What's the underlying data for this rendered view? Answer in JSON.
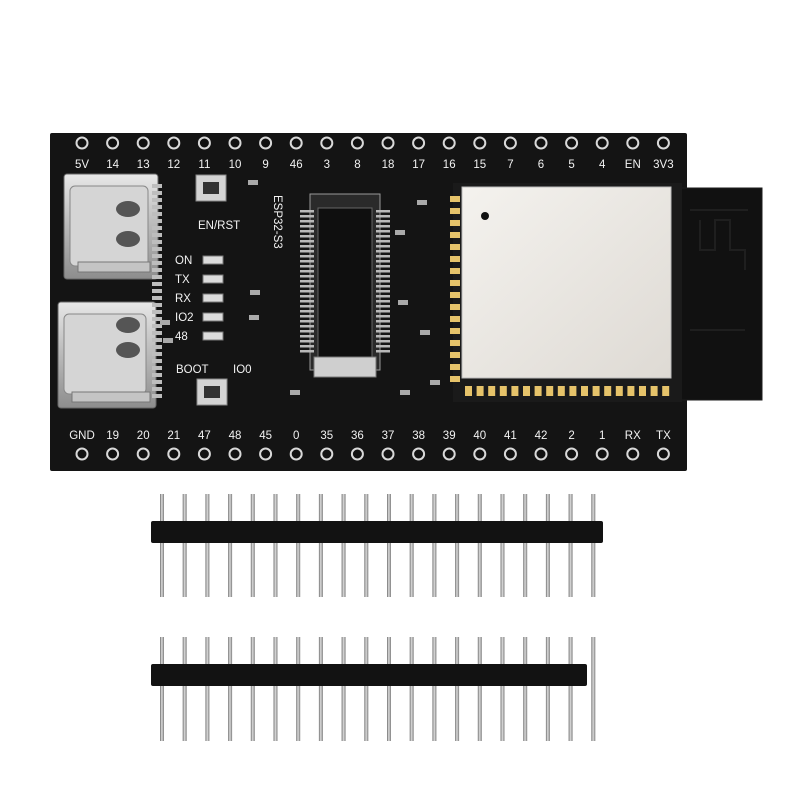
{
  "board": {
    "title": "ESP32-S3",
    "top_pins": [
      "5V",
      "14",
      "13",
      "12",
      "11",
      "10",
      "9",
      "46",
      "3",
      "8",
      "18",
      "17",
      "16",
      "15",
      "7",
      "6",
      "5",
      "4",
      "EN",
      "3V3"
    ],
    "bottom_pins": [
      "GND",
      "19",
      "20",
      "21",
      "47",
      "48",
      "45",
      "0",
      "35",
      "36",
      "37",
      "38",
      "39",
      "40",
      "41",
      "42",
      "2",
      "1",
      "RX",
      "TX"
    ],
    "buttons": {
      "reset": "EN/RST",
      "boot": "BOOT",
      "boot_side": "IO0"
    },
    "leds": [
      "ON",
      "TX",
      "RX",
      "IO2",
      "48"
    ]
  },
  "headers": {
    "pin_count": 20
  },
  "colors": {
    "pcb": "#141414",
    "silkscreen": "#f2f2f2",
    "module_shield": "#ece9e4",
    "usb_metal": "#c9c9c9",
    "header_plastic": "#121212",
    "header_pin": "#b8b8b8"
  }
}
